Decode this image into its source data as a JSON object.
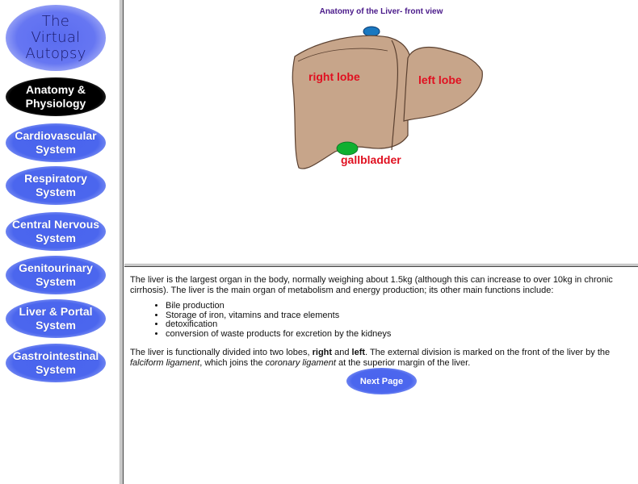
{
  "nav": {
    "logo_lines": [
      "The",
      "Virtual",
      "Autopsy"
    ],
    "items": [
      {
        "line1": "Anatomy &",
        "line2": "Physiology",
        "active": true
      },
      {
        "line1": "Cardiovascular",
        "line2": "System"
      },
      {
        "line1": "Respiratory",
        "line2": "System"
      },
      {
        "line1": "Central Nervous",
        "line2": "System"
      },
      {
        "line1": "Genitourinary",
        "line2": "System"
      },
      {
        "line1": "Liver & Portal",
        "line2": "System"
      },
      {
        "line1": "Gastrointestinal",
        "line2": "System"
      }
    ]
  },
  "figure": {
    "title": "Anatomy of the Liver- front view",
    "labels": {
      "right_lobe": "right lobe",
      "left_lobe": "left lobe",
      "gallbladder": "gallbladder"
    },
    "colors": {
      "liver": "#c7a58a",
      "gallbladder": "#10b030",
      "vessel": "#1a78c0",
      "label": "#e01020"
    }
  },
  "content": {
    "intro": "The liver is the largest organ in the body, normally weighing about 1.5kg (although this can increase to over 10kg in chronic cirrhosis). The liver is the main organ of metabolism and energy production; its other main functions include:",
    "functions": [
      "Bile production",
      "Storage of iron, vitamins and trace elements",
      "detoxification",
      "conversion of waste products for excretion by the kidneys"
    ],
    "p2": {
      "a": "The liver is functionally divided into two lobes, ",
      "b": "right",
      "c": " and ",
      "d": "left",
      "e": ". The external division is marked on the front of the liver by the ",
      "f": "falciform ligament",
      "g": ", which joins the ",
      "h": "coronary ligament",
      "i": " at the superior margin of the liver."
    },
    "next_label": "Next Page"
  }
}
